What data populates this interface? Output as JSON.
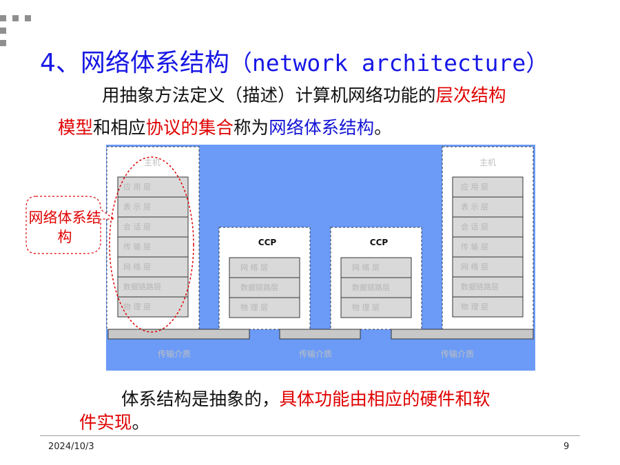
{
  "slide": {
    "title_number": "4、",
    "title_cn": "网络体系结构",
    "title_en": "（network architecture）",
    "definition": {
      "s1": "用抽象方法定义（描述）计算机网络功能的",
      "s2": "层次结构",
      "s3": "模型",
      "s4": "和相应",
      "s5": "协议的集合",
      "s6": "称为",
      "s7": "网络体系结构",
      "s8": "。"
    },
    "summary": {
      "s1": "体系结构是抽象的，",
      "s2": "具体功能由相应的硬件和软",
      "s3": "件实现",
      "s4": "。"
    },
    "callout": "网络体系结构",
    "footer_date": "2024/10/3",
    "page_number": "9"
  },
  "diagram": {
    "host_label": "主机",
    "ccp_label": "CCP",
    "host_layers": [
      "应 用 层",
      "表 示 层",
      "会 话 层",
      "传 输 层",
      "网 络 层",
      "数据链路层",
      "物 理 层"
    ],
    "ccp_layers": [
      "网 络 层",
      "数据链路层",
      "物 理 层"
    ],
    "media_label": "传输介质",
    "colors": {
      "background": "#6b9bf6",
      "layer_fill": "#d9d9d9",
      "media_fill": "#c8c8c8",
      "accent_red": "#e00000",
      "accent_blue": "#1414d6"
    }
  }
}
